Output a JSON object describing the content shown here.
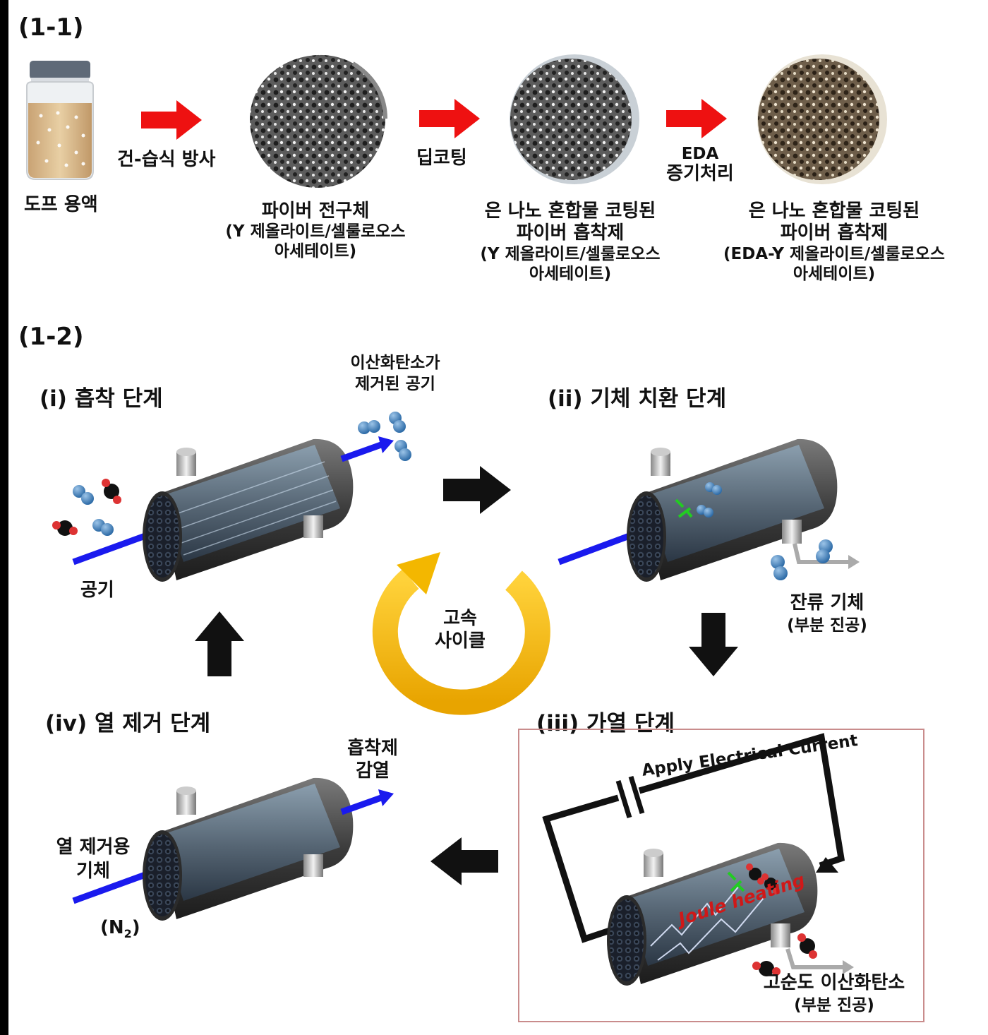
{
  "panel1": {
    "label": "(1-1)",
    "step_labels": {
      "spinning": "건-습식 방사",
      "dip_coating": "딥코팅",
      "eda_1": "EDA",
      "eda_2": "증기처리"
    },
    "items": [
      {
        "lines": [
          "도프 용액"
        ]
      },
      {
        "lines": [
          "파이버 전구체",
          "(Y 제올라이트/셀룰로오스",
          "아세테이트)"
        ]
      },
      {
        "lines": [
          "은 나노 혼합물 코팅된",
          "파이버 흡착제",
          "(Y 제올라이트/셀룰로오스",
          "아세테이트)"
        ]
      },
      {
        "lines": [
          "은 나노 혼합물 코팅된",
          "파이버 흡착제",
          "(EDA-Y 제올라이트/셀룰로오스",
          "아세테이트)"
        ]
      }
    ]
  },
  "panel2": {
    "label": "(1-2)",
    "steps": {
      "i": "(i)  흡착 단계",
      "ii": "(ii)  기체 치환 단계",
      "iii": "(iii)  가열 단계",
      "iv": "(iv)  열 제거 단계"
    },
    "labels": {
      "air": "공기",
      "clean_air_1": "이산화탄소가",
      "clean_air_2": "제거된 공기",
      "residual_1": "잔류 기체",
      "residual_2": "(부분 진공)",
      "cycle_1": "고속",
      "cycle_2": "사이클",
      "apply_current": "Apply Electrical Current",
      "joule": "Joule heating",
      "co2_1": "고순도 이산화탄소",
      "co2_2": "(부분 진공)",
      "cool_1": "흡착제",
      "cool_2": "감열",
      "purge_1": "열 제거용",
      "purge_2": "기체",
      "n2": "(N",
      "n2_sub": "2",
      "n2_close": ")"
    }
  },
  "colors": {
    "red_arrow": "#ee1111",
    "blue_arrow": "#1a1aee",
    "cycle": "#f3b700",
    "frame": "#c98c8c"
  }
}
